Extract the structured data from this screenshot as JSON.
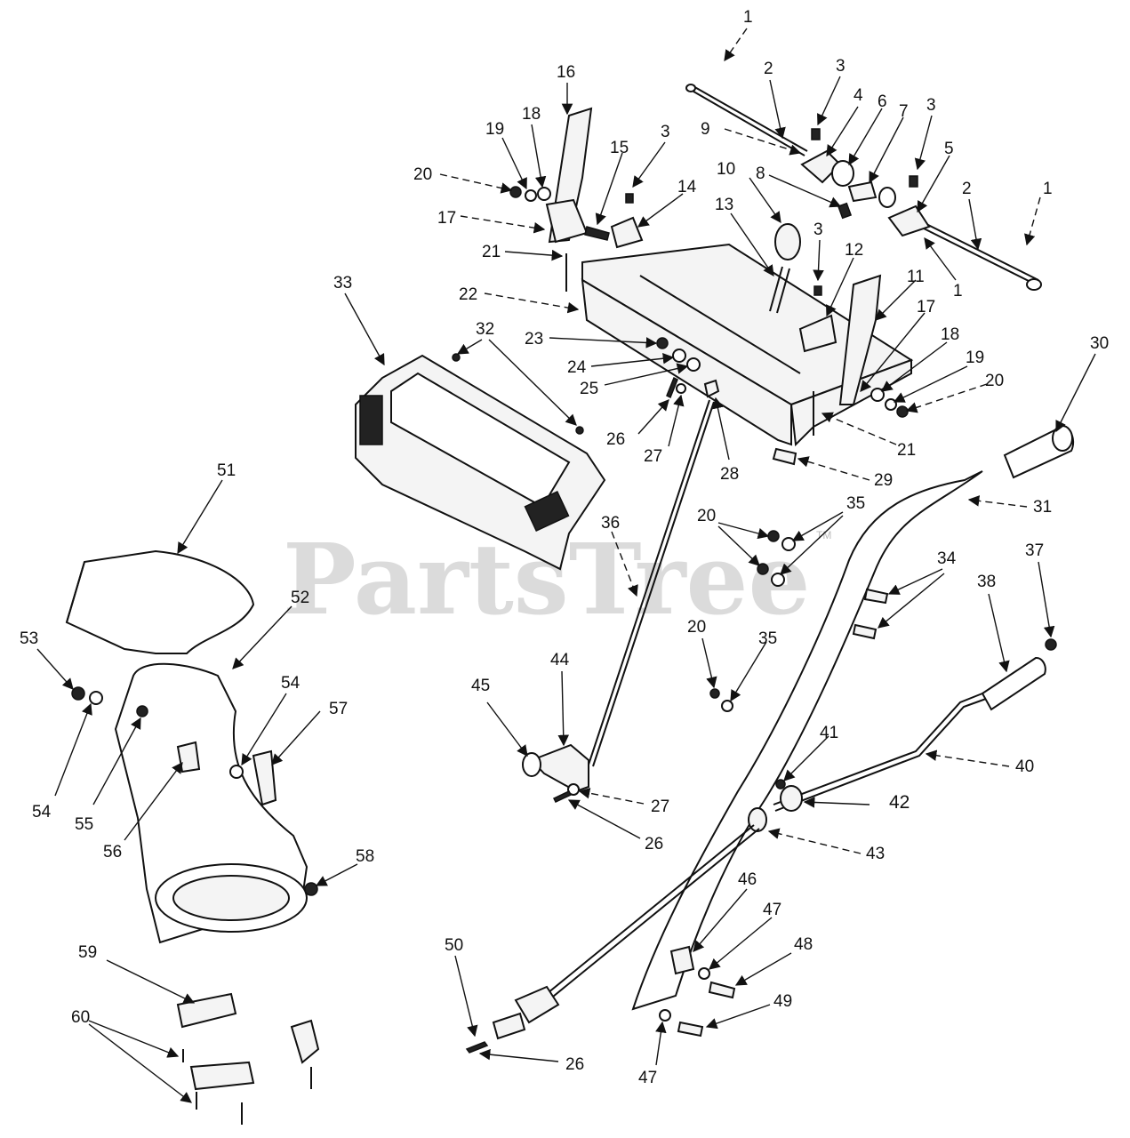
{
  "watermark": "PartsTree",
  "watermark_mark": "TM",
  "callouts": [
    "1",
    "1",
    "1",
    "2",
    "2",
    "3",
    "3",
    "3",
    "3",
    "4",
    "5",
    "6",
    "7",
    "8",
    "9",
    "10",
    "11",
    "12",
    "13",
    "14",
    "15",
    "16",
    "17",
    "17",
    "18",
    "18",
    "19",
    "19",
    "20",
    "20",
    "20",
    "20",
    "21",
    "21",
    "22",
    "23",
    "24",
    "25",
    "26",
    "26",
    "26",
    "27",
    "27",
    "28",
    "29",
    "30",
    "31",
    "32",
    "33",
    "34",
    "35",
    "35",
    "36",
    "37",
    "38",
    "40",
    "41",
    "42",
    "43",
    "44",
    "45",
    "46",
    "47",
    "47",
    "48",
    "49",
    "50",
    "51",
    "52",
    "53",
    "54",
    "54",
    "55",
    "56",
    "57",
    "58",
    "59",
    "60"
  ]
}
